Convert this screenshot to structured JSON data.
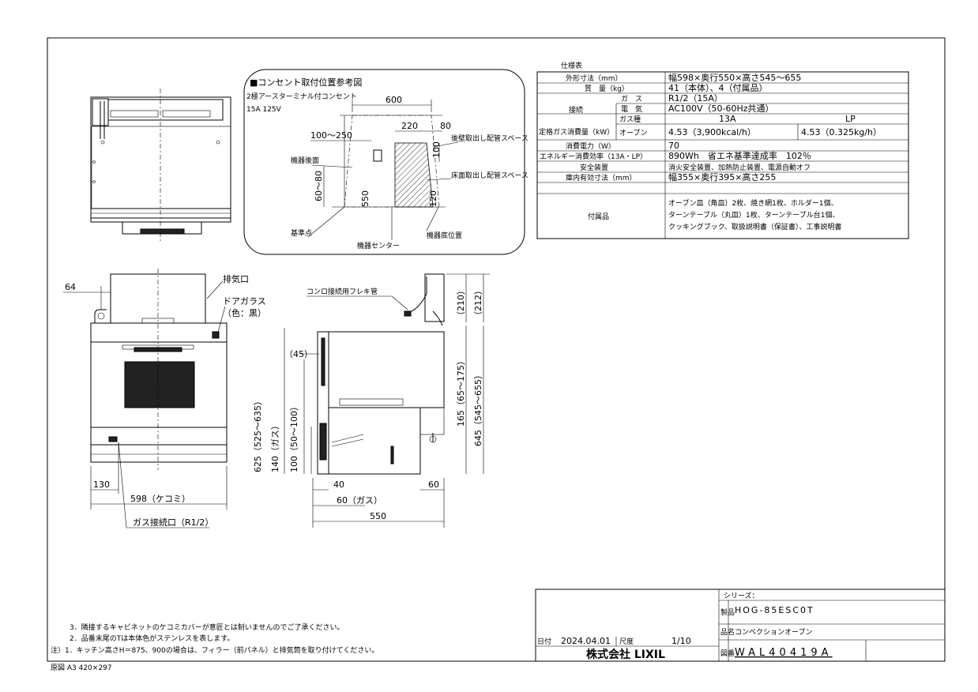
{
  "spec_table": {
    "title": "仕様表",
    "rows": [
      {
        "label": "外形寸法（mm）",
        "sub": "",
        "value": "幅598×奥行550×高さ545～655",
        "value2": ""
      },
      {
        "label": "質　量（kg）",
        "sub": "",
        "value": "41（本体）、4（付属品）",
        "value2": ""
      },
      {
        "label": "接続",
        "sub": "ガ　ス",
        "value": "R1/2（15A）",
        "value2": ""
      },
      {
        "label": "",
        "sub": "電　気",
        "value": "AC100V（50-60Hz共通）",
        "value2": ""
      },
      {
        "label": "定格ガス消費量（kW）",
        "sub": "ガス種",
        "value": "13A",
        "value2": "LP"
      },
      {
        "label": "",
        "sub": "オーブン",
        "value": "4.53（3,900kcal/h）",
        "value2": "4.53（0.325kg/h）"
      },
      {
        "label": "消費電力（W）",
        "sub": "",
        "value": "70",
        "value2": ""
      },
      {
        "label": "エネルギー消費効率（13A・LP）",
        "sub": "",
        "value": "890Wh　省エネ基準達成率　102％",
        "value2": ""
      },
      {
        "label": "安全装置",
        "sub": "",
        "value": "消火安全装置、加熱防止装置、電源自動オフ",
        "value2": ""
      },
      {
        "label": "庫内有効寸法（mm）",
        "sub": "",
        "value": "幅355×奥行395×高さ255",
        "value2": ""
      }
    ],
    "accessory_label": "付属品",
    "accessory_lines": [
      "オーブン皿（角皿）2枚、焼き網1枚、ホルダー1個、",
      "ターンテーブル（丸皿）1枚、ターンテーブル台1個、",
      "クッキングブック、取扱説明書（保証書）、工事説明書"
    ]
  },
  "outlet_diagram": {
    "title": "■コンセント取付位置参考図",
    "outlet_spec_1": "2極アースターミナル付コンセント",
    "outlet_spec_2": "15A 125V",
    "dim_600": "600",
    "dim_220": "220",
    "dim_80": "80",
    "dim_100_250": "100～250",
    "dim_100": "100",
    "dim_60_80": "60～80",
    "dim_550": "550",
    "dim_120": "120",
    "label_rear_space": "後壁取出し配管スペース",
    "label_back": "機器後面",
    "label_floor_space": "床面取出し配管スペース",
    "label_base": "基準点",
    "label_center": "機器センター",
    "label_bottom": "機器底位置"
  },
  "front_view": {
    "dim_64": "64",
    "label_exhaust": "排気口",
    "label_door_glass": "ドアガラス",
    "label_door_color": "（色：黒）",
    "dim_130": "130",
    "dim_598": "598（ケコミ）",
    "label_gas_inlet": "ガス接続口（R1/2）"
  },
  "side_view": {
    "label_flex_pipe": "コンロ接続用フレキ管",
    "dim_210": "（210）",
    "dim_212": "（212）",
    "dim_45": "（45）",
    "dim_625": "625（525～635）",
    "dim_140": "140（ガス）",
    "dim_100_gas": "100（50～100）",
    "dim_165": "165（65～175）",
    "dim_645": "645（545～655）",
    "dim_40": "40",
    "dim_60": "60",
    "dim_60_gas": "60（ガス）",
    "dim_550": "550"
  },
  "notes": [
    "3．隣接するキャビネットのケコミカバーが意匠とは制いませんのでご了承ください。",
    "2．品番末尾のTは本体色がステンレスを表します。",
    "注）1．キッチン高さH＝875、900の場合は、フィラー（前パネル）と排気筒を取り付けてください。"
  ],
  "title_block": {
    "date_label": "日付",
    "date": "2024.04.01",
    "scale_label": "尺度",
    "scale": "1/10",
    "company": "株式会社 LIXIL",
    "series_label": "シリーズ：",
    "product_label": "品名",
    "model_label": "製品",
    "model": "HOG-85ESC0T",
    "product": "コンベクションオーブン",
    "drawing_label": "図番",
    "drawing_no": "WAL40419A"
  },
  "footer": "原図 A3 420×297"
}
